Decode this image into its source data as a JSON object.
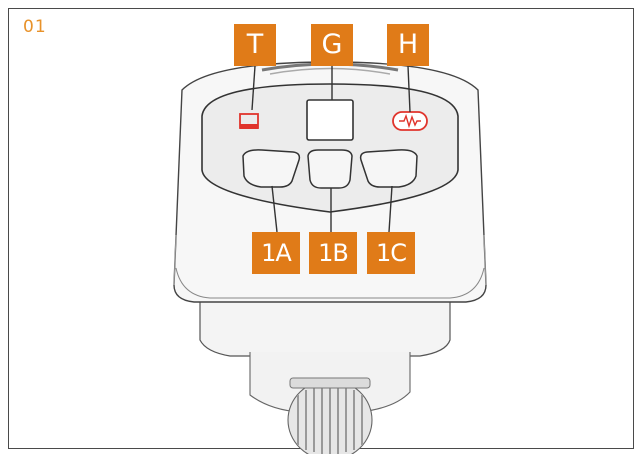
{
  "figure": {
    "step_number": "01",
    "colors": {
      "callout_fill": "#e07b18",
      "callout_text": "#ffffff",
      "step_number": "#e8922a",
      "indicator_red": "#e0342c",
      "outline": "#333333"
    },
    "callouts": {
      "t": {
        "label": "T",
        "target": "left-indicator"
      },
      "g": {
        "label": "G",
        "target": "display-screen"
      },
      "h": {
        "label": "H",
        "target": "right-indicator"
      },
      "a": {
        "label": "1A",
        "target": "left-button"
      },
      "b": {
        "label": "1B",
        "target": "center-button"
      },
      "c": {
        "label": "1C",
        "target": "right-button"
      }
    }
  }
}
